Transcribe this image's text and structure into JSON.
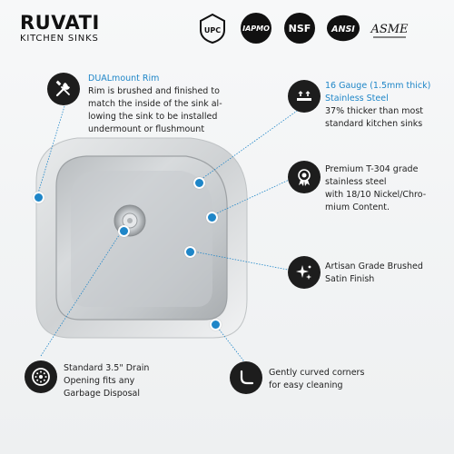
{
  "brand": {
    "name": "RUVATI",
    "tagline": "KITCHEN SINKS"
  },
  "certifications": [
    {
      "name": "UPC",
      "icon": "upc-cert-icon"
    },
    {
      "name": "IAPMO",
      "icon": "iapmo-cert-icon"
    },
    {
      "name": "NSF",
      "icon": "nsf-cert-icon"
    },
    {
      "name": "ANSI",
      "icon": "ansi-cert-icon"
    },
    {
      "name": "ASME",
      "icon": "asme-cert-icon"
    }
  ],
  "callouts": {
    "rim": {
      "icon": "tools-icon",
      "title": "DUALmount Rim",
      "lines": [
        "Rim is brushed and finished to",
        "match the inside of the sink al-",
        "lowing the sink to be installed",
        "undermount or flushmount"
      ]
    },
    "gauge": {
      "icon": "thickness-gauge-icon",
      "title_lines": [
        "16 Gauge (1.5mm thick)",
        "Stainless Steel"
      ],
      "lines": [
        "37% thicker than most",
        "standard kitchen sinks"
      ]
    },
    "steel": {
      "icon": "award-badge-icon",
      "lines": [
        "Premium T-304 grade",
        "stainless steel",
        "with 18/10 Nickel/Chro-",
        "mium Content."
      ]
    },
    "finish": {
      "icon": "sparkle-icon",
      "lines": [
        "Artisan Grade Brushed",
        "Satin Finish"
      ]
    },
    "drain": {
      "icon": "drain-icon",
      "lines": [
        "Standard 3.5\" Drain",
        "Opening fits any",
        "Garbage Disposal"
      ]
    },
    "corners": {
      "icon": "curved-corner-icon",
      "lines": [
        "Gently curved corners",
        "for easy cleaning"
      ]
    }
  },
  "colors": {
    "accent": "#1f86c8",
    "icon_bg": "#1d1d1d"
  }
}
